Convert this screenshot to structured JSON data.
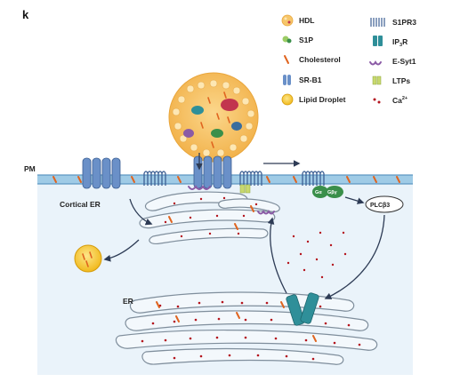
{
  "panel_letter": "k",
  "legend": {
    "hdl": "HDL",
    "s1p": "S1P",
    "cholesterol": "Cholesterol",
    "srb1": "SR-B1",
    "lipid_droplet": "Lipid Droplet",
    "s1pr3": "S1PR3",
    "ip3r_main": "IP",
    "ip3r_sub": "3",
    "ip3r_tail": "R",
    "esyt1": "E-Syt1",
    "ltps": "LTPs",
    "ca_main": "Ca",
    "ca_sup": "2+"
  },
  "labels": {
    "pm": "PM",
    "cortical_er": "Cortical ER",
    "er": "ER",
    "plc": "PLCβ3",
    "g_alpha": "Gα",
    "g_betagamma": "Gβγ"
  },
  "colors": {
    "membrane": "#7eb6d9",
    "cytoplasm": "#eaf3fa",
    "er_fill": "#f1f7fb",
    "er_stroke": "#7f8e9c",
    "hdl": "#f6c66a",
    "receptor": "#6a90c8",
    "ip3r": "#2f8f99",
    "g_protein": "#3a8f4a",
    "esyt1": "#8b5ba6",
    "calcium": "#b4141d",
    "arrow": "#2d3b55"
  },
  "icons": [
    "hdl-icon",
    "s1p-icon",
    "cholesterol-icon",
    "srb1-icon",
    "lipid-droplet-icon",
    "s1pr3-icon",
    "ip3r-icon",
    "esyt1-icon",
    "ltps-icon",
    "calcium-icon"
  ]
}
